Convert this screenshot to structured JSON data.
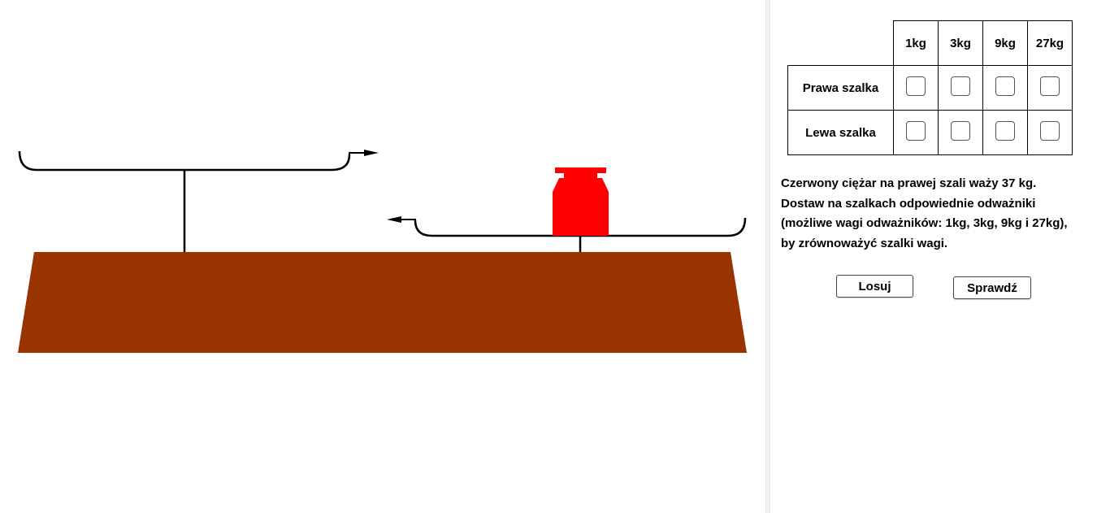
{
  "colors": {
    "base": "#993300",
    "weight": "#ff0000",
    "line": "#000000"
  },
  "scale": {
    "weight_label": ""
  },
  "table": {
    "columns": [
      "1kg",
      "3kg",
      "9kg",
      "27kg"
    ],
    "rows": [
      {
        "label": "Prawa szalka",
        "checked": [
          false,
          false,
          false,
          false
        ]
      },
      {
        "label": "Lewa szalka",
        "checked": [
          false,
          false,
          false,
          false
        ]
      }
    ]
  },
  "task": {
    "lines": [
      "Czerwony ciężar na prawej szali waży 37 kg.",
      "Dostaw na szalkach odpowiednie odważniki",
      "(możliwe wagi odważników: 1kg, 3kg, 9kg i 27kg),",
      "by zrównoważyć szalki wagi."
    ]
  },
  "buttons": {
    "random_label": "Losuj",
    "check_label": "Sprawdź"
  }
}
